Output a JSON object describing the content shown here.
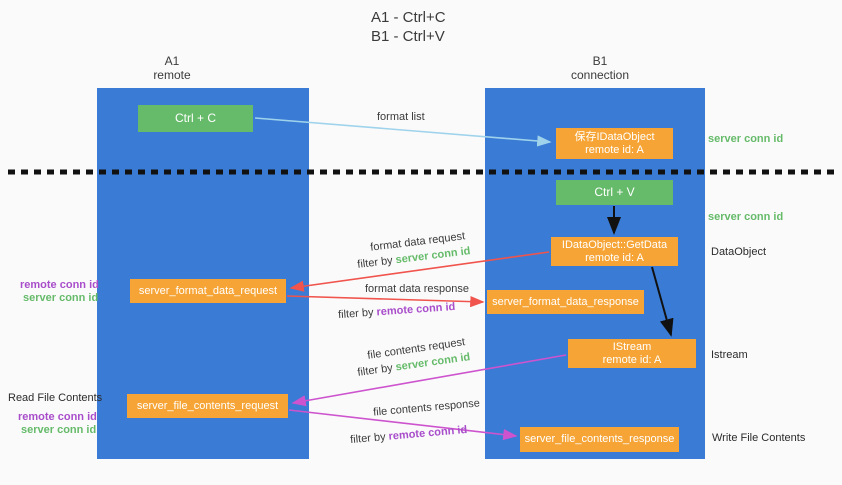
{
  "title": {
    "line1": "A1 - Ctrl+C",
    "line2": "B1 - Ctrl+V"
  },
  "lanes": {
    "left": {
      "name": "A1",
      "sub": "remote"
    },
    "right": {
      "name": "B1",
      "sub": "connection"
    }
  },
  "boxes": {
    "ctrl_c": {
      "label": "Ctrl + C"
    },
    "ctrl_v": {
      "label": "Ctrl + V"
    },
    "save_dataobject": {
      "line1": "保存IDataObject",
      "line2": "remote id: A"
    },
    "getdata": {
      "line1": "IDataObject::GetData",
      "line2": "remote id: A"
    },
    "istream": {
      "line1": "IStream",
      "line2": "remote id: A"
    },
    "format_request": {
      "label": "server_format_data_request"
    },
    "format_response": {
      "label": "server_format_data_response"
    },
    "file_request": {
      "label": "server_file_contents_request"
    },
    "file_response": {
      "label": "server_file_contents_response"
    }
  },
  "arrow_labels": {
    "format_list": "format list",
    "format_data_request": "format data request",
    "format_data_response": "format data response",
    "file_contents_request": "file contents request",
    "file_contents_response": "file contents response",
    "filter_by": "filter by",
    "server_conn_id": "server conn id",
    "remote_conn_id": "remote conn id"
  },
  "side_labels": {
    "server_conn_id_top_right": "server conn id",
    "server_conn_id_mid_right": "server conn id",
    "dataobject": "DataObject",
    "istream": "Istream",
    "write_file_contents": "Write File Contents",
    "read_file_contents": "Read File Contents",
    "remote_conn_id_left_top": "remote conn id",
    "server_conn_id_left_top": "server conn id",
    "remote_conn_id_left_bottom": "remote conn id",
    "server_conn_id_left_bottom": "server conn id"
  },
  "colors": {
    "background": "#fafafa",
    "lane_blue": "#3a7bd5",
    "box_green": "#66bb6a",
    "box_orange": "#f5a435",
    "arrow_light_blue": "#9fd3ec",
    "arrow_red": "#f0544c",
    "arrow_magenta": "#cd54ce",
    "arrow_black": "#111111",
    "text_green": "#66bb6a",
    "text_purple": "#a94ecb",
    "text_dark": "#3b3b3b"
  }
}
